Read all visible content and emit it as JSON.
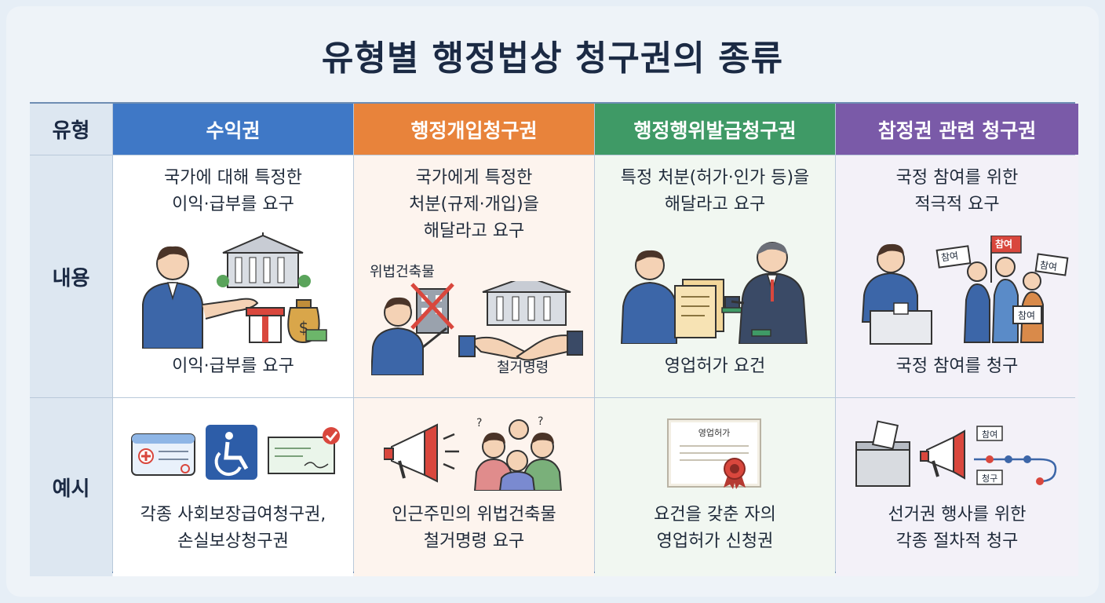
{
  "title": "유형별 행정법상 청구권의 종류",
  "row_headers": {
    "type": "유형",
    "content": "내용",
    "example": "예시"
  },
  "columns": [
    {
      "header": "수익권",
      "content_lines": [
        "국가에 대해 특정한",
        "이익·급부를 요구"
      ],
      "content_caption": "이익·급부를 요구",
      "example_lines": [
        "각종 사회보장급여청구권,",
        "손실보상청구권"
      ]
    },
    {
      "header": "행정개입청구권",
      "content_lines": [
        "국가에게 특정한",
        "처분(규제·개입)을",
        "해달라고 요구"
      ],
      "content_tag_left": "위법건축물",
      "content_tag_right": "철거명령",
      "example_lines": [
        "인근주민의 위법건축물",
        "철거명령 요구"
      ]
    },
    {
      "header": "행정행위발급청구권",
      "content_lines": [
        "특정 처분(허가·인가 등)을",
        "해달라고 요구"
      ],
      "content_caption": "영업허가 요건",
      "example_certificate_title": "영업허가",
      "example_lines": [
        "요건을 갖춘 자의",
        "영업허가 신청권"
      ]
    },
    {
      "header": "참정권 관련 청구권",
      "content_lines": [
        "국정 참여를 위한",
        "적극적 요구"
      ],
      "content_caption": "국정 참여를 청구",
      "content_signs": [
        "참여",
        "참여",
        "참여",
        "참여"
      ],
      "example_tags": [
        "참여",
        "청구"
      ],
      "example_lines": [
        "선거권 행사를 위한",
        "각종 절차적 청구"
      ]
    }
  ],
  "colors": {
    "col1": "#3f78c6",
    "col2": "#e8833b",
    "col3": "#3f9a66",
    "col4": "#7a5aa8",
    "title": "#1b2a44"
  }
}
